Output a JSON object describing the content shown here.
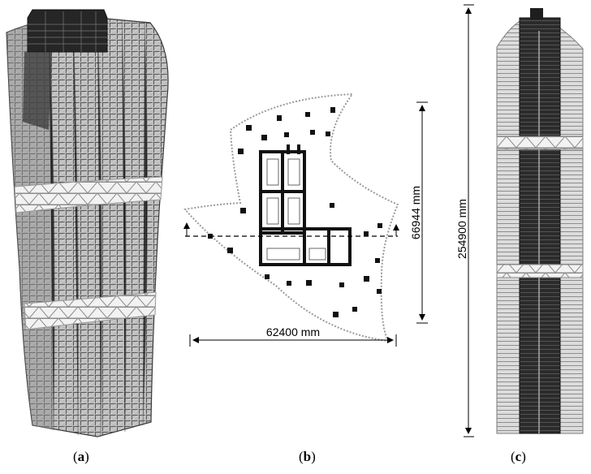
{
  "panels": {
    "a": {
      "label": "a"
    },
    "b": {
      "label": "b"
    },
    "c": {
      "label": "c"
    }
  },
  "dimensions": {
    "plan_width": "62400 mm",
    "plan_depth": "66944 mm",
    "tower_height": "254900 mm"
  }
}
